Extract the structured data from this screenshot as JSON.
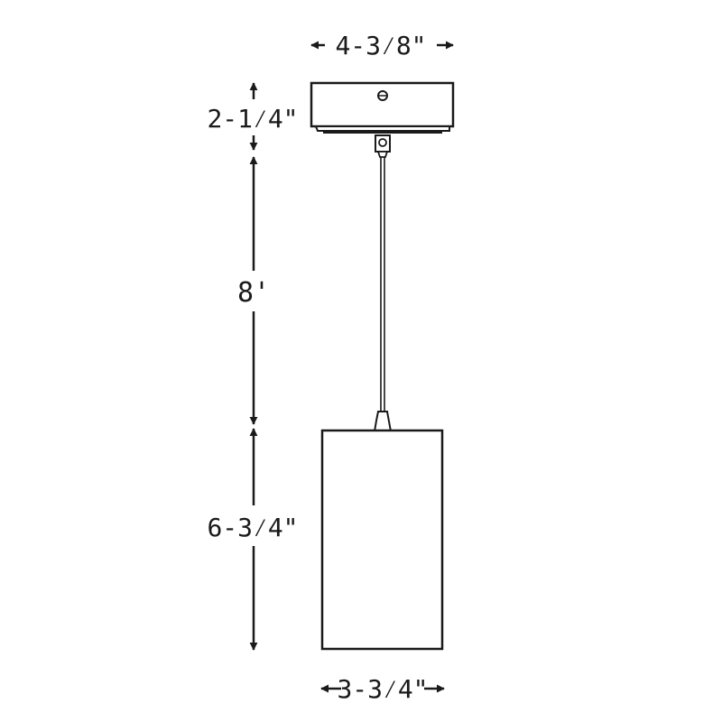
{
  "colors": {
    "stroke": "#1a1a1a",
    "background": "#ffffff"
  },
  "dimensions": {
    "canopy_width": "4-3⁄8\"",
    "canopy_height": "2-1⁄4\"",
    "cord_length": "8'",
    "shade_height": "6-3⁄4\"",
    "shade_width": "3-3⁄4\""
  }
}
